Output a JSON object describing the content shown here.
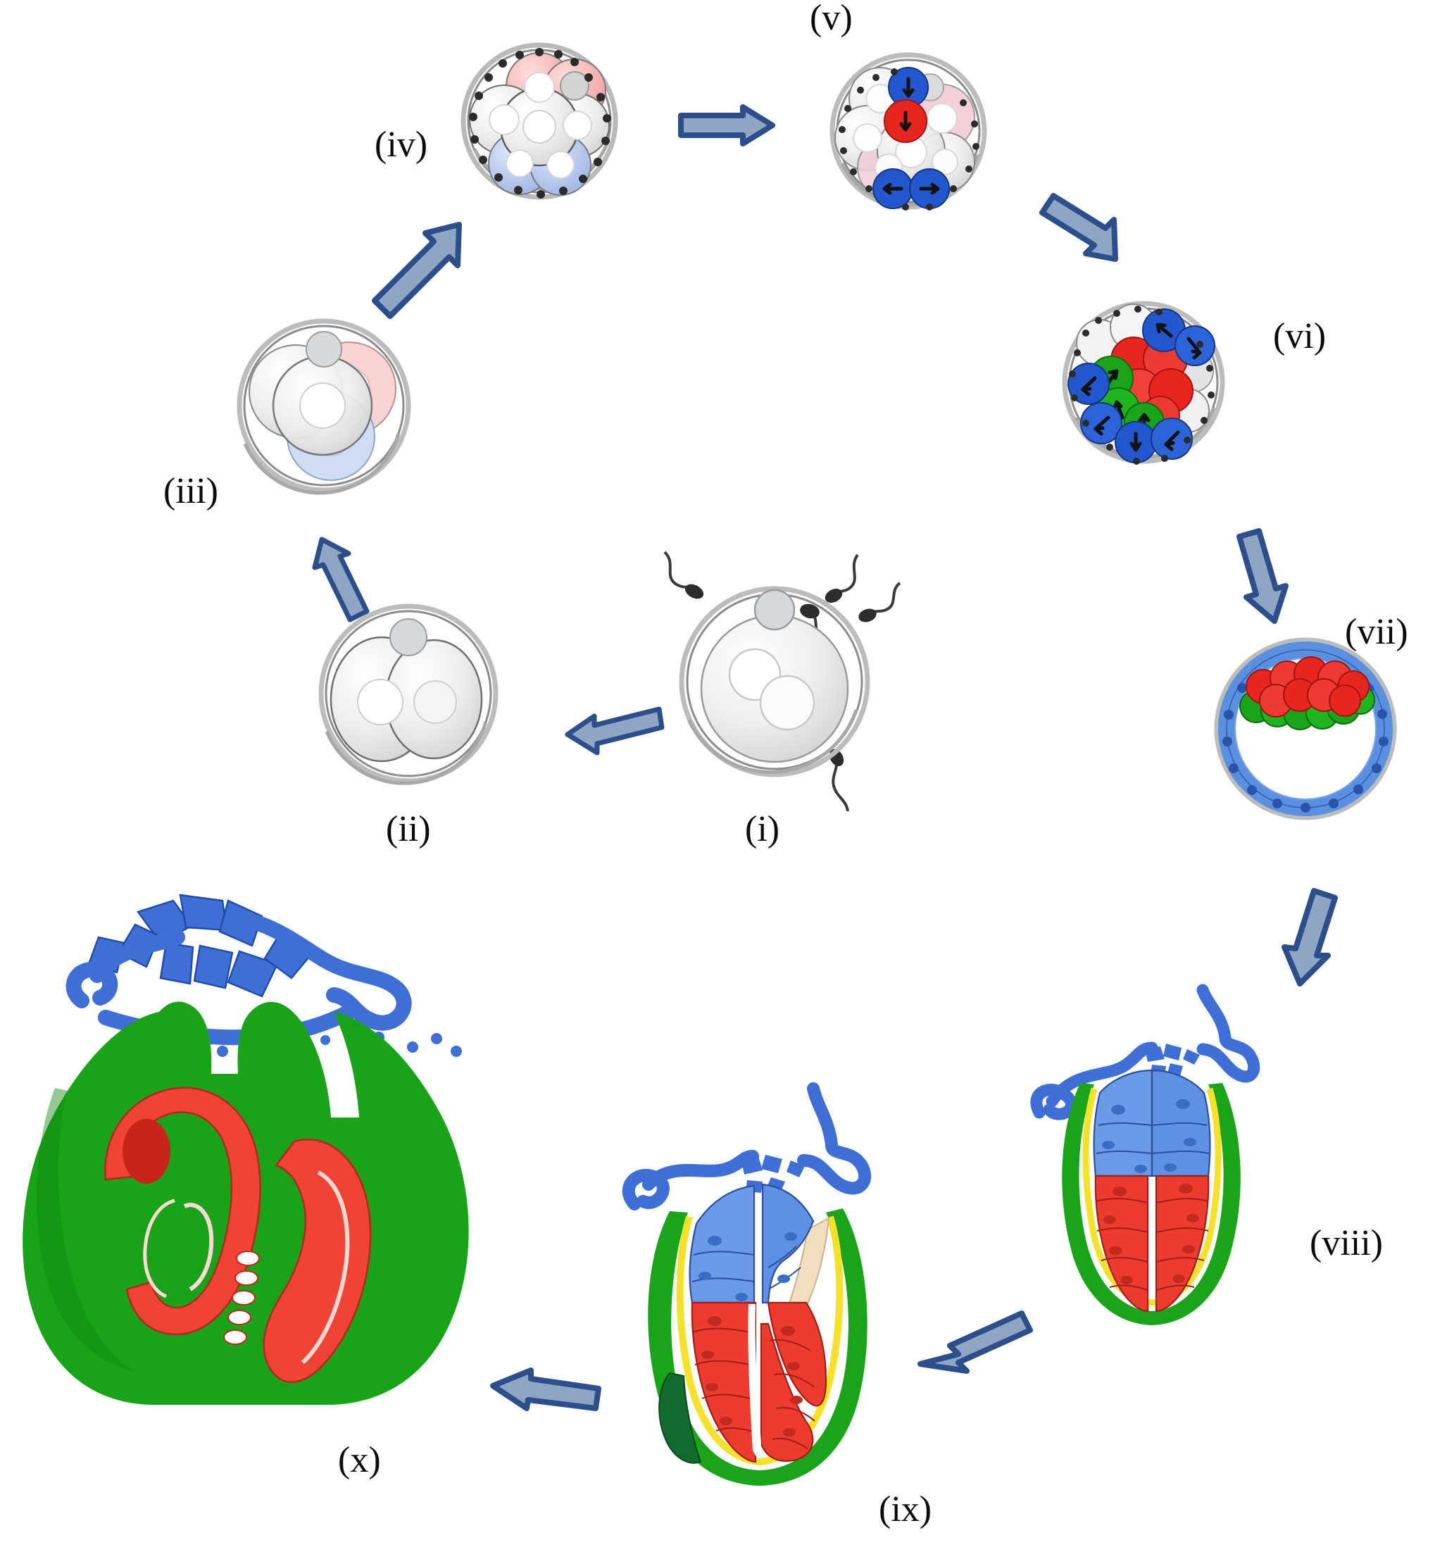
{
  "figure": {
    "title": "Stages of early mammalian embryonic development",
    "background_color": "#ffffff",
    "arrow_fill": "#8fa5c4",
    "arrow_stroke": "#2c4f8c"
  },
  "stages": [
    {
      "id": "i",
      "label": "(i)",
      "name": "fertilized-zygote",
      "description": "Zygote with two pronuclei, polar body and surrounding sperm cells",
      "sperm_count": 5,
      "pronuclei": 2,
      "colors": {
        "cell": "#ececec",
        "zona": "#9a9a9a",
        "polar_body": "#cfd4d9"
      }
    },
    {
      "id": "ii",
      "label": "(ii)",
      "name": "two-cell-stage",
      "description": "Two-cell embryo with polar body",
      "cell_count": 2,
      "colors": {
        "cell": "#ededed",
        "zona": "#9a9a9a"
      }
    },
    {
      "id": "iii",
      "label": "(iii)",
      "name": "four-cell-stage",
      "description": "Four-cell embryo with faint pink and blue tinted blastomeres",
      "cell_count": 4,
      "colors": {
        "cell": "#e9e9e9",
        "pink": "#f6cdcd",
        "blue": "#ccdcf2"
      }
    },
    {
      "id": "iv",
      "label": "(iv)",
      "name": "eight-cell-compaction",
      "description": "Eight-cell compacting embryo, cells gaining adhesion (dark cilia-like markers)",
      "cell_count": 8,
      "colors": {
        "cell": "#e5e5e5",
        "pink": "#f2a9a9",
        "blue": "#a9bfe8",
        "marker": "#2b2b2b"
      }
    },
    {
      "id": "v",
      "label": "(v)",
      "name": "early-lineage-specification",
      "description": "Compacted embryo with first polarized cells: one red and three blue arrow-marked cells",
      "red_cells": 1,
      "blue_cells": 3,
      "colors": {
        "red": "#e8251f",
        "blue": "#2257cf",
        "cell": "#e8e8e8"
      }
    },
    {
      "id": "vi",
      "label": "(vi)",
      "name": "morula",
      "description": "Morula with red inner, green intermediate and blue outer polarized cells",
      "red_cells": 6,
      "green_cells": 5,
      "blue_cells": 7,
      "white_cells": 4,
      "colors": {
        "red": "#e8251f",
        "green": "#19a419",
        "blue": "#2257cf",
        "white": "#efefef"
      }
    },
    {
      "id": "vii",
      "label": "(vii)",
      "name": "blastocyst",
      "description": "Blastocyst: red epiblast over green hypoblast inner cell mass, blue trophectoderm lining the blastocoel",
      "red_cells": 13,
      "green_cells": 8,
      "trophectoderm_cells": 16,
      "colors": {
        "red": "#e8251f",
        "green": "#19a419",
        "blue": "#5b8fe0",
        "zona": "#9a9a9a"
      }
    },
    {
      "id": "viii",
      "label": "(viii)",
      "name": "egg-cylinder",
      "description": "Post-implantation egg cylinder: blue extraembryonic ectoderm above red epiblast, green visceral endoderm with yellow basement membrane",
      "colors": {
        "blue": "#5b8fe0",
        "red": "#ee3b30",
        "green": "#19a419",
        "yellow": "#f5e02a"
      }
    },
    {
      "id": "ix",
      "label": "(ix)",
      "name": "gastrulating-embryo",
      "description": "Gastrulating embryo with primitive streak, mesoderm wedge (beige), dark green distal visceral endoderm",
      "colors": {
        "blue": "#5b8fe0",
        "red": "#ee3b30",
        "green": "#19a419",
        "dark_green": "#126b2e",
        "beige": "#f1ddc0",
        "yellow": "#f5e02a"
      }
    },
    {
      "id": "x",
      "label": "(x)",
      "name": "early-organogenesis-embryo",
      "description": "Turned embryo with red fetus and yolk sac, green visceral yolk sac and blue trophoblast giant cells / placental tissue",
      "somite_count": 5,
      "colors": {
        "blue": "#3f6fd6",
        "green": "#18a318",
        "red": "#ef4335",
        "dark_red": "#c9241c"
      }
    }
  ],
  "arrows": [
    {
      "id": "a1",
      "name": "arrow-i-to-ii",
      "from": "i",
      "to": "ii",
      "direction": "left"
    },
    {
      "id": "a2",
      "name": "arrow-ii-to-iii",
      "from": "ii",
      "to": "iii",
      "direction": "up"
    },
    {
      "id": "a3",
      "name": "arrow-iii-to-iv",
      "from": "iii",
      "to": "iv",
      "direction": "up-right"
    },
    {
      "id": "a4",
      "name": "arrow-iv-to-v",
      "from": "iv",
      "to": "v",
      "direction": "right"
    },
    {
      "id": "a5",
      "name": "arrow-v-to-vi",
      "from": "v",
      "to": "vi",
      "direction": "down-right"
    },
    {
      "id": "a6",
      "name": "arrow-vi-to-vii",
      "from": "vi",
      "to": "vii",
      "direction": "down"
    },
    {
      "id": "a7",
      "name": "arrow-vii-to-viii",
      "from": "vii",
      "to": "viii",
      "direction": "down"
    },
    {
      "id": "a8",
      "name": "arrow-viii-to-ix",
      "from": "viii",
      "to": "ix",
      "direction": "down-left"
    },
    {
      "id": "a9",
      "name": "arrow-ix-to-x",
      "from": "ix",
      "to": "x",
      "direction": "left"
    }
  ]
}
